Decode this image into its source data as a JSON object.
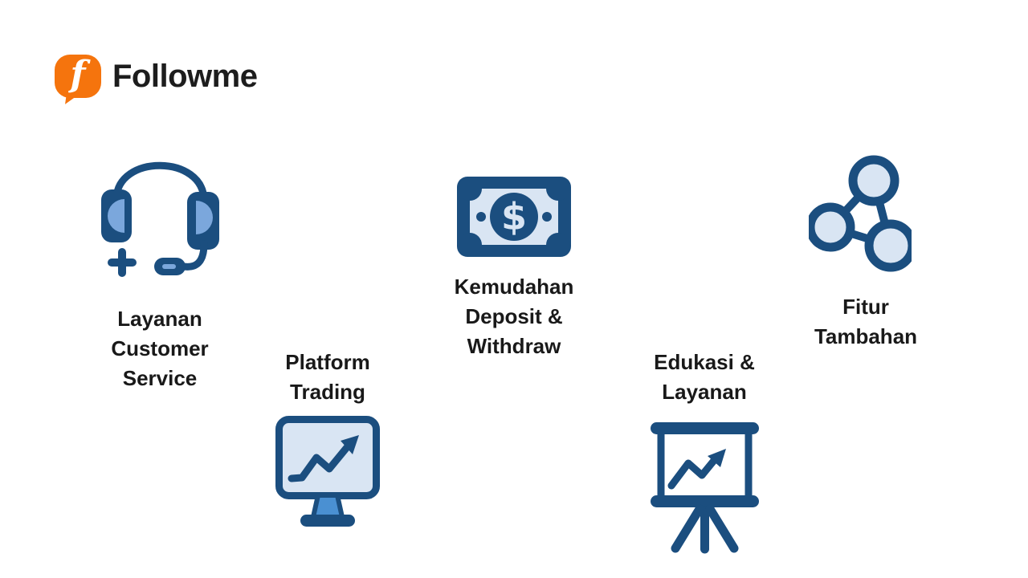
{
  "brand": {
    "logo_letter": "f",
    "name": "Followme"
  },
  "colors": {
    "background": "#ffffff",
    "brand_orange": "#f5740d",
    "dark_blue": "#1b4e7f",
    "medium_blue": "#7ba7dc",
    "accent_blue": "#4a90d2",
    "light_blue": "#d9e5f3",
    "text": "#191919"
  },
  "features": [
    {
      "id": "customer-service",
      "icon": "headset-icon",
      "label": "Layanan\nCustomer\nService"
    },
    {
      "id": "platform-trading",
      "icon": "monitor-chart-icon",
      "label": "Platform\nTrading"
    },
    {
      "id": "deposit-withdraw",
      "icon": "money-bill-icon",
      "label": "Kemudahan\nDeposit &\nWithdraw",
      "symbol": "$"
    },
    {
      "id": "education-service",
      "icon": "presentation-chart-icon",
      "label": "Edukasi &\nLayanan"
    },
    {
      "id": "additional-features",
      "icon": "network-nodes-icon",
      "label": "Fitur\nTambahan"
    }
  ]
}
